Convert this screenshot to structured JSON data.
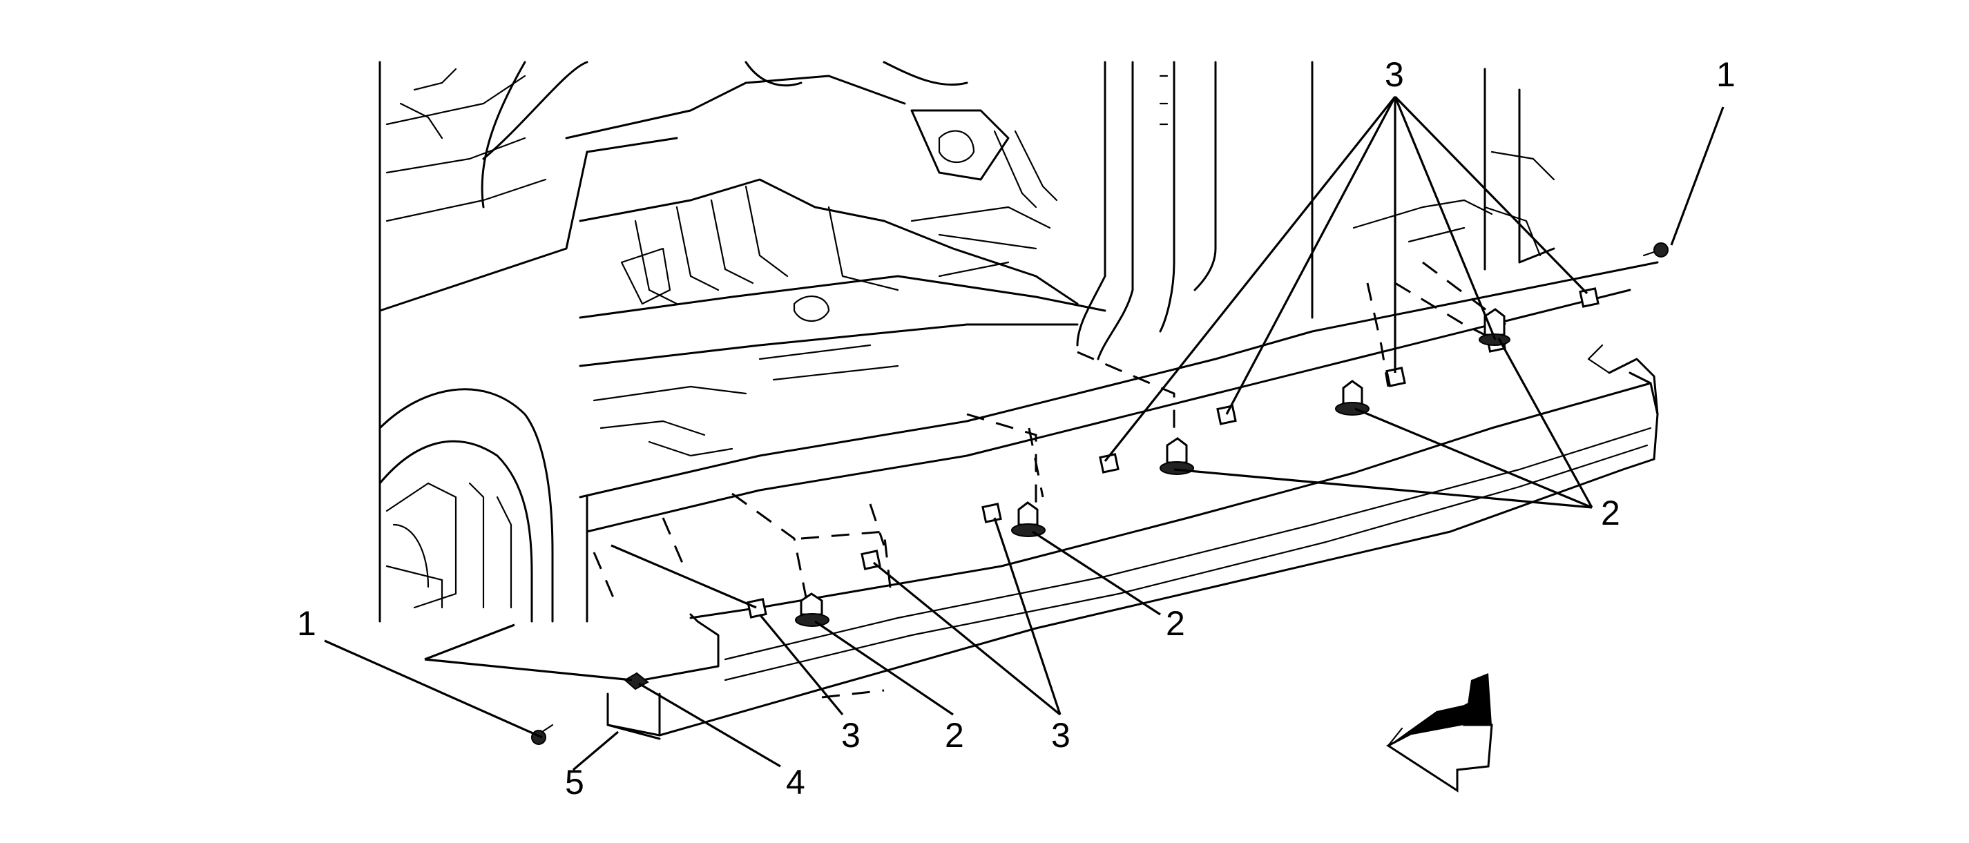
{
  "callouts": {
    "c1_left": "1",
    "c1_right": "1",
    "c2_a": "2",
    "c2_b": "2",
    "c2_c": "2",
    "c3_top": "3",
    "c3_a": "3",
    "c3_b": "3",
    "c4": "4",
    "c5": "5"
  },
  "colors": {
    "line": "#000000",
    "background": "#ffffff"
  },
  "icons": {
    "direction": "front-arrow-icon"
  }
}
